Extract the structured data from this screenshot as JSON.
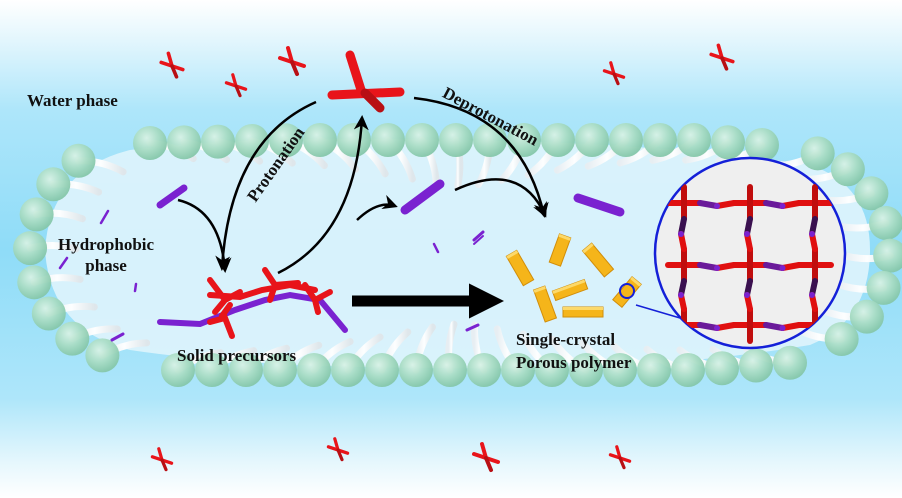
{
  "diagram": {
    "labels": {
      "water_phase": "Water phase",
      "hydrophobic_phase": [
        "Hydrophobic",
        "phase"
      ],
      "protonation": "Protonation",
      "deprotonation": "Deprotonation",
      "solid_precursors": "Solid precursors",
      "product": [
        "Single-crystal",
        "Porous polymer"
      ]
    },
    "colors": {
      "water": "#8fdcf8",
      "lipid_head": "#a8dcc4",
      "lipid_tail": "#ffffff",
      "acid_molecule": "#e8141a",
      "linker_molecule": "#7a22d0",
      "crystal": "#f5b51a",
      "magnifier": "#1420d8",
      "arrow": "#000000"
    },
    "components": [
      "water-phase",
      "lipid-bilayer-vesicle",
      "hydrophobic-phase",
      "acid-molecules",
      "linker-molecules",
      "solid-precursors",
      "single-crystal-porous-polymer",
      "framework-magnified-view"
    ]
  }
}
